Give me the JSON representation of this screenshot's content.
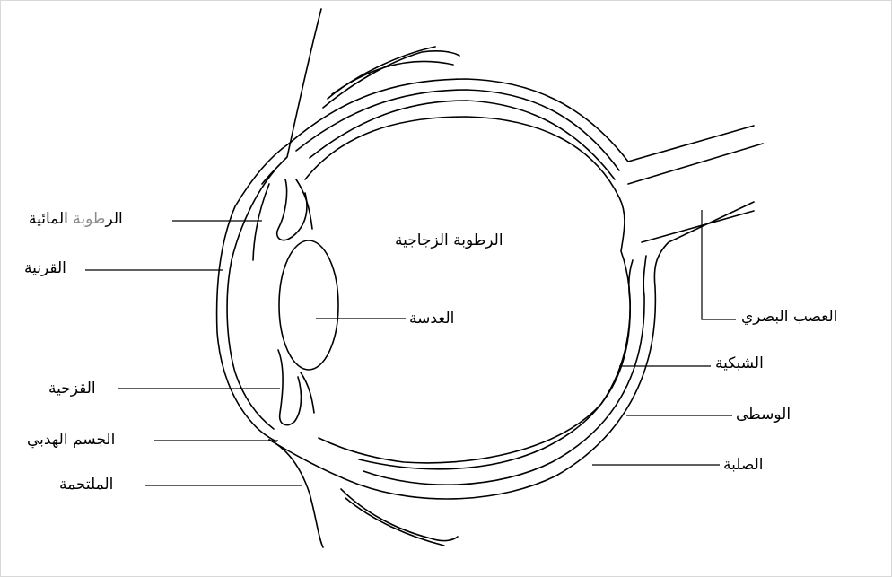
{
  "diagram": {
    "labels": {
      "aqueous_humor": "الرطوبة المائية",
      "aqueous_humor_part1": "الر",
      "aqueous_humor_part2": "طوبة",
      "aqueous_humor_part3": " المائية",
      "cornea": "القرنية",
      "iris": "القزحية",
      "ciliary_body": "الجسم الهدبي",
      "conjunctiva": "الملتحمة",
      "vitreous_humor": "الرطوبة الزجاجية",
      "lens": "العدسة",
      "optic_nerve": "العصب البصري",
      "retina": "الشبكية",
      "choroid": "الوسطى",
      "sclera": "الصلبة"
    }
  }
}
